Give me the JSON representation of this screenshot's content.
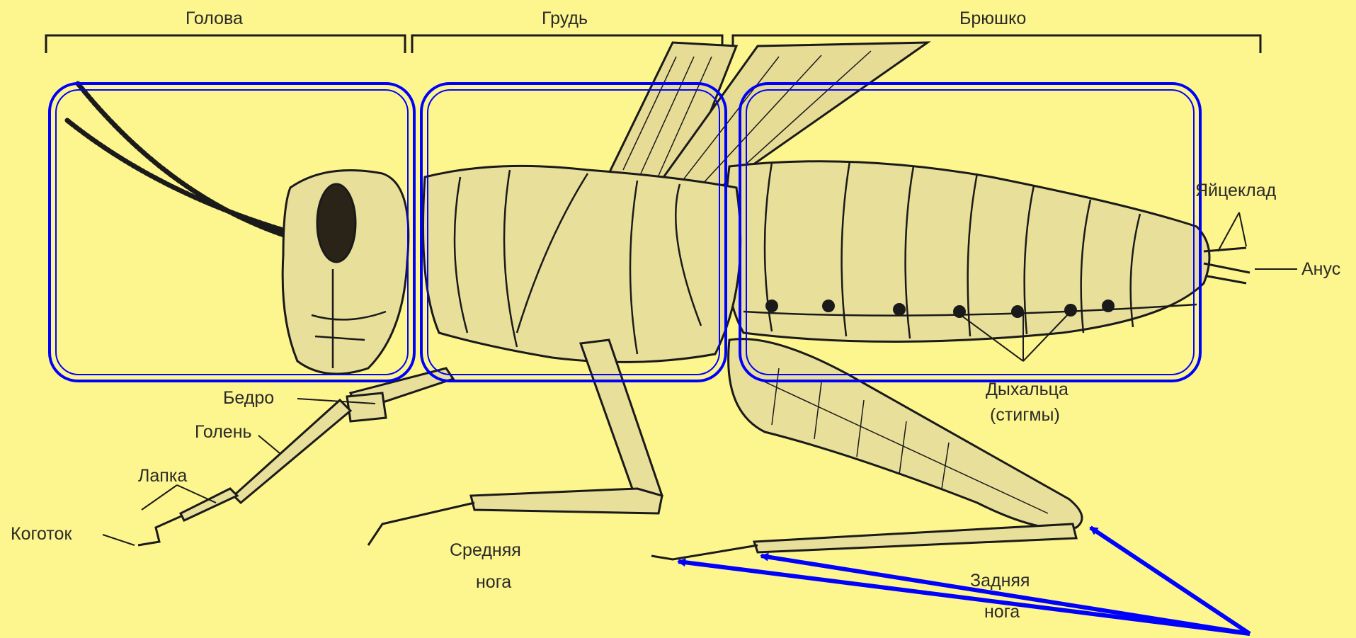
{
  "sections": {
    "head": "Голова",
    "thorax": "Грудь",
    "abdomen": "Брюшко"
  },
  "labels": {
    "ovipositor": "Яйцеклад",
    "anus": "Анус",
    "spiracles_line1": "Дыхальца",
    "spiracles_line2": "(стигмы)",
    "femur": "Бедро",
    "tibia": "Голень",
    "tarsus": "Лапка",
    "claw": "Коготок",
    "middle_leg_line1": "Средняя",
    "middle_leg_line2": "нога",
    "hind_leg_line1": "Задняя",
    "hind_leg_line2": "нога"
  },
  "colors": {
    "background": "#fdf58d",
    "body_fill": "#e8df9a",
    "outline": "#1a1a1a",
    "highlight_boxes": "#0000ff",
    "arrows": "#0000ff"
  }
}
